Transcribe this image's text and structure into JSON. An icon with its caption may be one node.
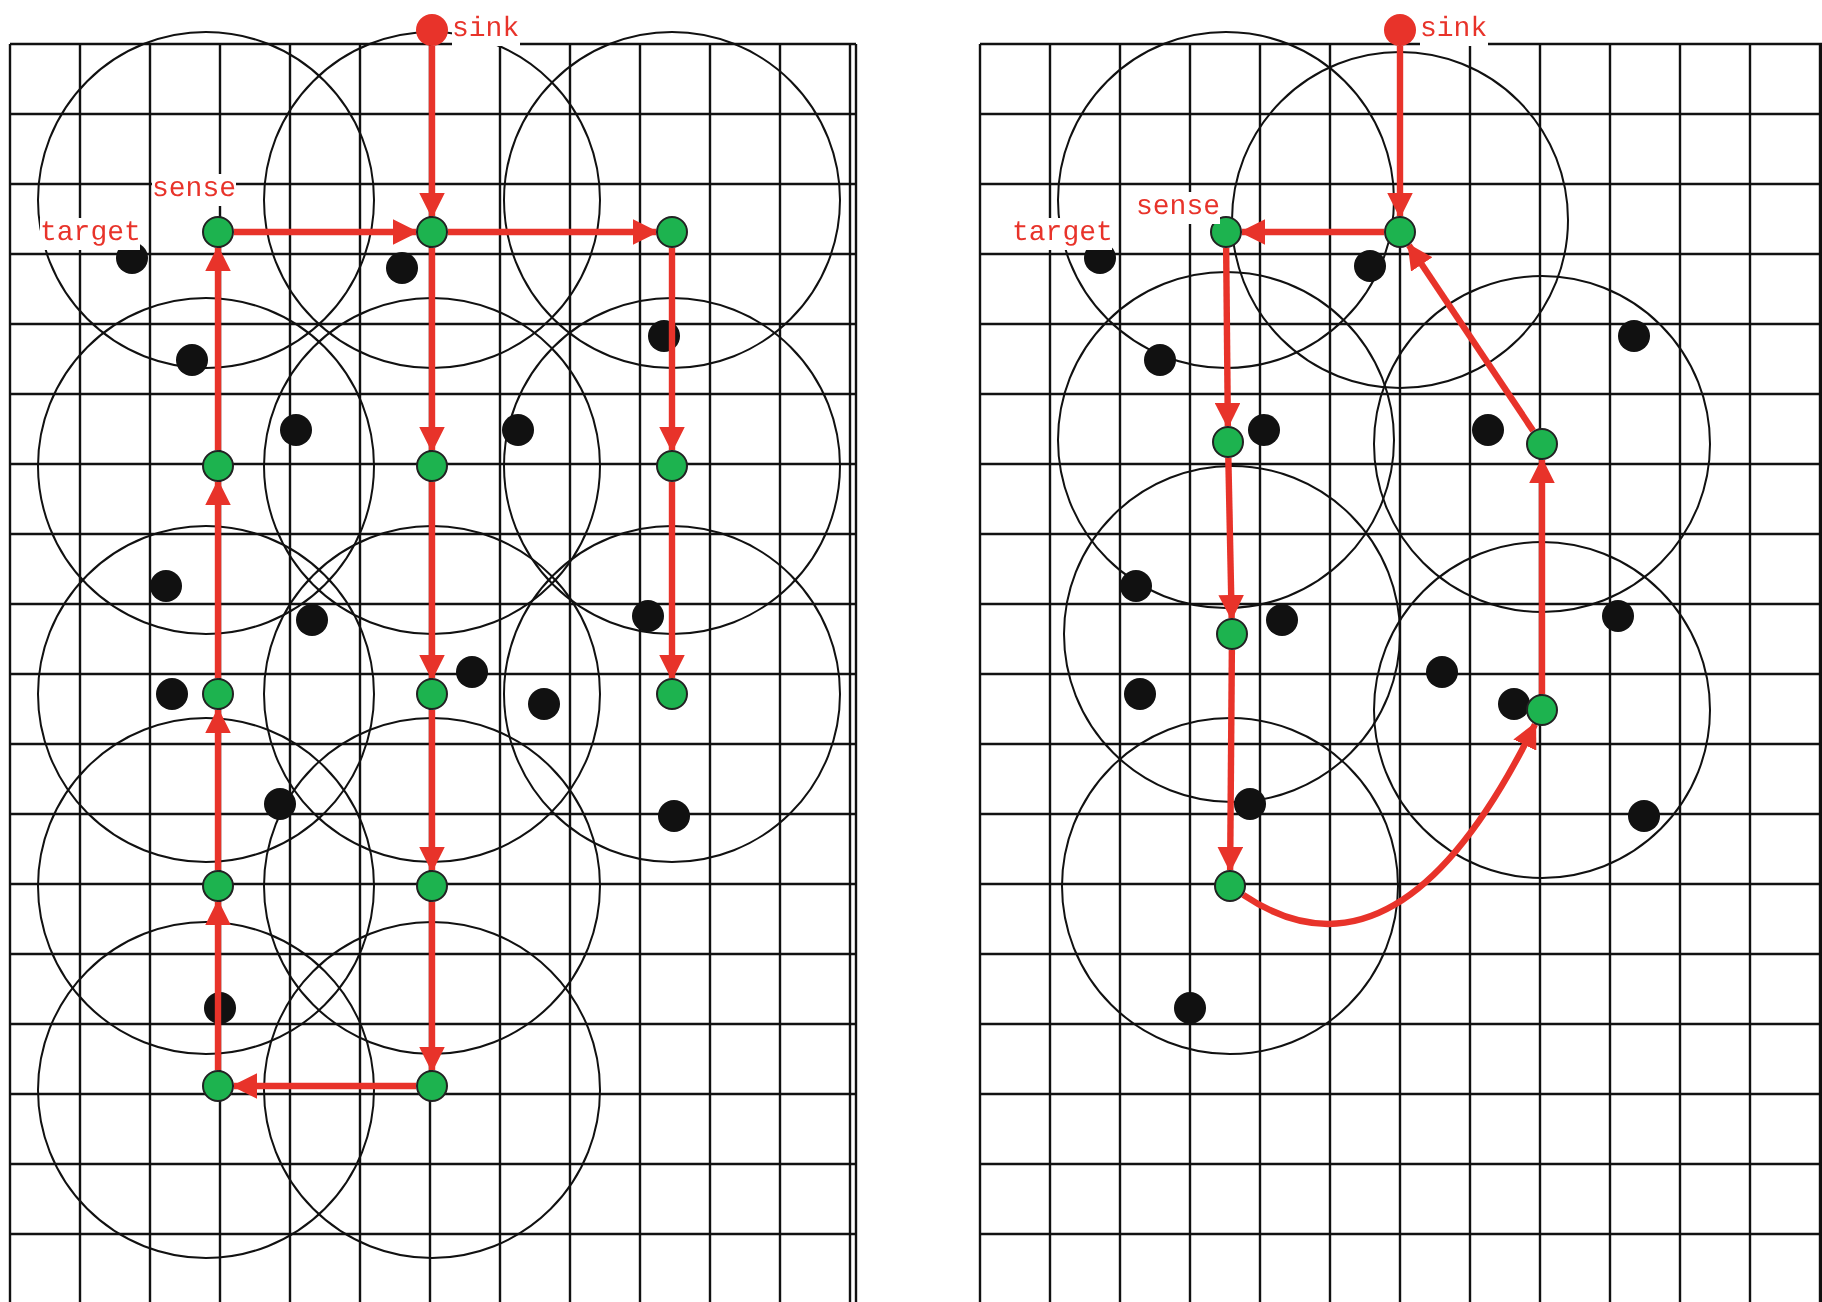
{
  "diagram": {
    "nodes": [
      {
        "text": [],
        "shape": "circle",
        "beside": [
          "sink"
        ]
      },
      {
        "text": [],
        "shape": "circle",
        "beside": [
          "sense"
        ]
      },
      {
        "text": [],
        "shape": "circle"
      },
      {
        "text": [],
        "shape": "circle"
      },
      {
        "text": [],
        "shape": "circle"
      },
      {
        "text": [],
        "shape": "circle"
      },
      {
        "text": [],
        "shape": "circle"
      },
      {
        "text": [],
        "shape": "circle"
      },
      {
        "text": [],
        "shape": "circle"
      },
      {
        "text": [],
        "shape": "circle"
      },
      {
        "text": [],
        "shape": "circle"
      },
      {
        "text": [],
        "shape": "circle"
      },
      {
        "text": [],
        "shape": "circle"
      },
      {
        "text": [],
        "shape": "circle"
      },
      {
        "text": [],
        "shape": "circle",
        "beside": [
          "sink"
        ]
      },
      {
        "text": [],
        "shape": "circle",
        "beside": [
          "sense"
        ]
      },
      {
        "text": [],
        "shape": "circle"
      },
      {
        "text": [],
        "shape": "circle"
      },
      {
        "text": [],
        "shape": "circle"
      },
      {
        "text": [],
        "shape": "circle"
      },
      {
        "text": [],
        "shape": "circle"
      },
      {
        "text": [],
        "shape": "circle"
      }
    ],
    "edges": [
      {
        "from": 0,
        "to": 2,
        "arrow": "to"
      },
      {
        "from": 2,
        "to": 3,
        "arrow": "to"
      },
      {
        "from": 2,
        "to": 5,
        "arrow": "to"
      },
      {
        "from": 3,
        "to": 6,
        "arrow": "to"
      },
      {
        "from": 6,
        "to": 9,
        "arrow": "to"
      },
      {
        "from": 5,
        "to": 8,
        "arrow": "to"
      },
      {
        "from": 8,
        "to": 11,
        "arrow": "to"
      },
      {
        "from": 11,
        "to": 13,
        "arrow": "to"
      },
      {
        "from": 13,
        "to": 12,
        "arrow": "to"
      },
      {
        "from": 12,
        "to": 10,
        "arrow": "to"
      },
      {
        "from": 10,
        "to": 7,
        "arrow": "to"
      },
      {
        "from": 7,
        "to": 4,
        "arrow": "to"
      },
      {
        "from": 4,
        "to": 1,
        "arrow": "to"
      },
      {
        "from": 1,
        "to": 2,
        "arrow": "to"
      },
      {
        "from": 14,
        "to": 16,
        "arrow": "to"
      },
      {
        "from": 16,
        "to": 15,
        "arrow": "to"
      },
      {
        "from": 15,
        "to": 17,
        "arrow": "to"
      },
      {
        "from": 17,
        "to": 19,
        "arrow": "to"
      },
      {
        "from": 19,
        "to": 21,
        "arrow": "to"
      },
      {
        "from": 21,
        "to": 20,
        "arrow": "to"
      },
      {
        "from": 20,
        "to": 18,
        "arrow": "to"
      },
      {
        "from": 18,
        "to": 16,
        "arrow": "to"
      }
    ],
    "labels": [
      "target",
      "target"
    ]
  }
}
